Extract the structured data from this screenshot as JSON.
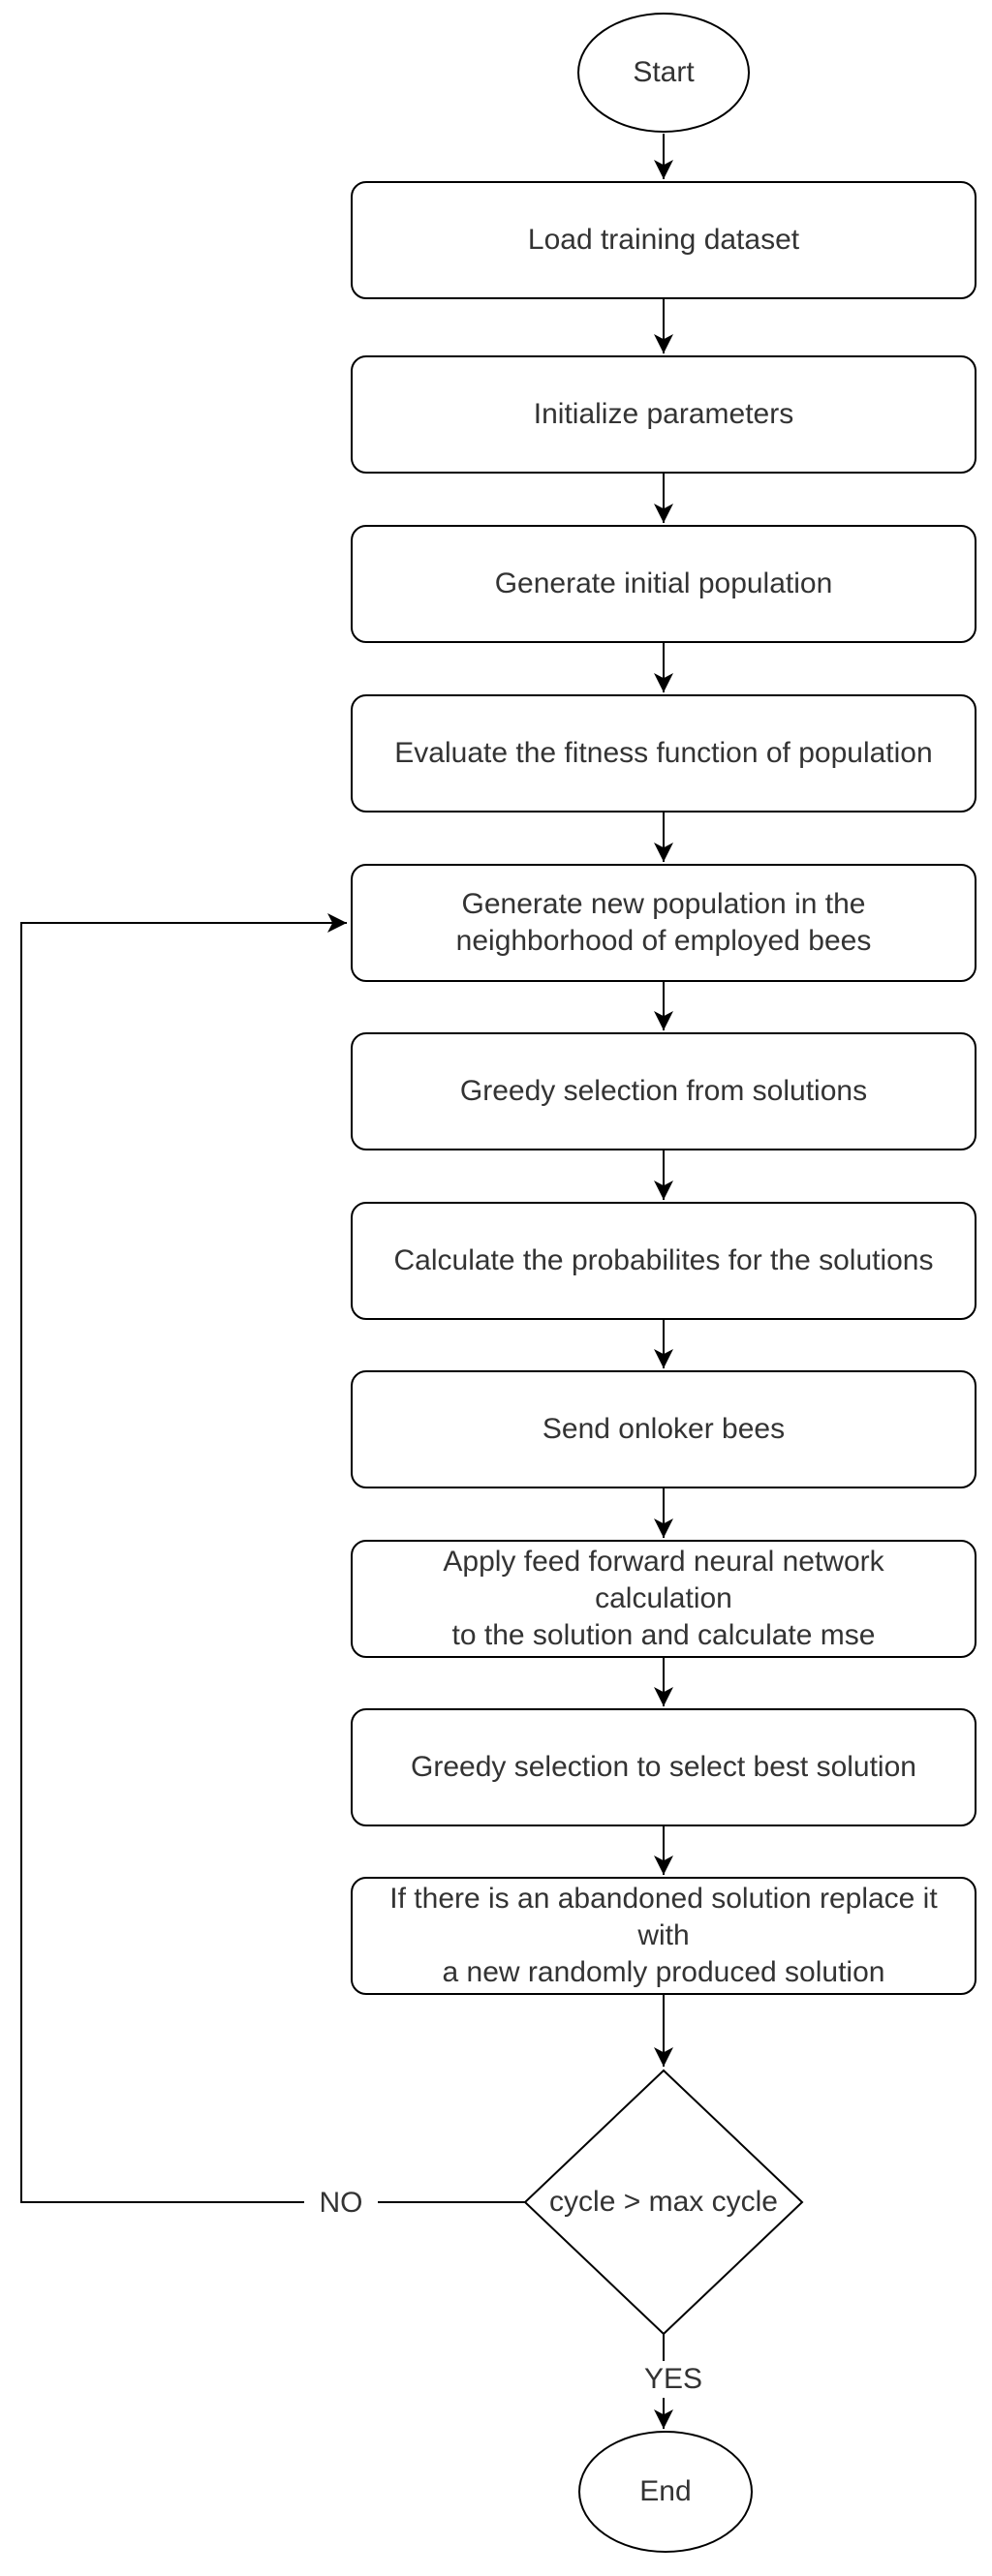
{
  "flowchart": {
    "nodes": [
      {
        "id": "start",
        "type": "terminator",
        "label": "Start"
      },
      {
        "id": "load",
        "type": "process",
        "label": "Load training dataset"
      },
      {
        "id": "init",
        "type": "process",
        "label": "Initialize parameters"
      },
      {
        "id": "genpop",
        "type": "process",
        "label": "Generate initial population"
      },
      {
        "id": "fitness",
        "type": "process",
        "label": "Evaluate the fitness function of population"
      },
      {
        "id": "newpop",
        "type": "process",
        "label": "Generate new population in the\nneighborhood of employed bees"
      },
      {
        "id": "greedy1",
        "type": "process",
        "label": "Greedy selection from solutions"
      },
      {
        "id": "prob",
        "type": "process",
        "label": "Calculate the probabilites for the solutions"
      },
      {
        "id": "onloker",
        "type": "process",
        "label": "Send onloker bees"
      },
      {
        "id": "ffnn",
        "type": "process",
        "label": "Apply feed forward neural network calculation\nto the solution and calculate mse"
      },
      {
        "id": "greedy2",
        "type": "process",
        "label": "Greedy selection to select best solution"
      },
      {
        "id": "abandon",
        "type": "process",
        "label": "If there is an abandoned solution replace it with\na new randomly produced solution"
      },
      {
        "id": "decision",
        "type": "decision",
        "label": "cycle > max cycle"
      },
      {
        "id": "end",
        "type": "terminator",
        "label": "End"
      }
    ],
    "edge_labels": {
      "no": "NO",
      "yes": "YES"
    },
    "colors": {
      "stroke": "#000000",
      "fill": "#ffffff",
      "text": "#333333"
    }
  }
}
